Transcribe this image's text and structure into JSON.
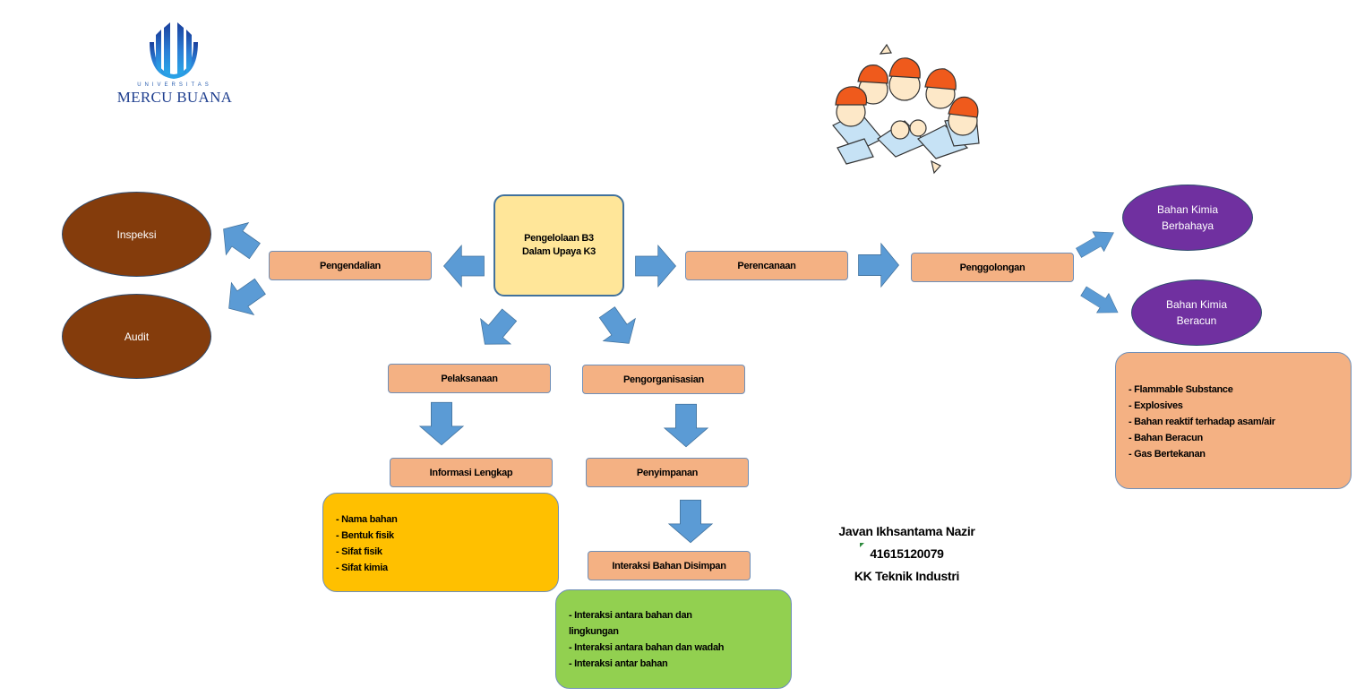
{
  "logo": {
    "top_text": "UNIVERSITAS",
    "name": "MERCU BUANA"
  },
  "illustration": {
    "icon": "workers-hardhat-team-icon"
  },
  "center": {
    "line1": "Pengelolaan B3",
    "line2": "Dalam Upaya K3"
  },
  "nodes": {
    "pengendalian": "Pengendalian",
    "perencanaan": "Perencanaan",
    "penggolongan": "Penggolongan",
    "pelaksanaan": "Pelaksanaan",
    "pengorganisasian": "Pengorganisasian",
    "informasi": "Informasi Lengkap",
    "penyimpanan": "Penyimpanan",
    "interaksi": "Interaksi Bahan Disimpan"
  },
  "ellipses": {
    "inspeksi": "Inspeksi",
    "audit": "Audit",
    "berbahaya": {
      "line1": "Bahan Kimia",
      "line2": "Berbahaya"
    },
    "beracun": {
      "line1": "Bahan Kimia",
      "line2": "Beracun"
    }
  },
  "lists": {
    "penggolongan_detail": [
      "- Flammable Substance",
      "- Explosives",
      "- Bahan reaktif terhadap asam/air",
      "- Bahan Beracun",
      "- Gas Bertekanan"
    ],
    "informasi_detail": [
      "- Nama bahan",
      "- Bentuk fisik",
      "- Sifat fisik",
      "- Sifat kimia"
    ],
    "interaksi_detail": [
      "- Interaksi antara bahan dan",
      "lingkungan",
      "- Interaksi antara bahan dan wadah",
      "- Interaksi antar bahan"
    ]
  },
  "author": {
    "name": "Javan Ikhsantama Nazir",
    "id": "41615120079",
    "group": "KK Teknik Industri"
  },
  "colors": {
    "node_fill": "#f4b183",
    "center_fill": "#ffe699",
    "arrow": "#5b9bd5",
    "brown": "#843c0c",
    "purple": "#7030a0",
    "yellow_box": "#ffc000",
    "green_box": "#92d050"
  }
}
